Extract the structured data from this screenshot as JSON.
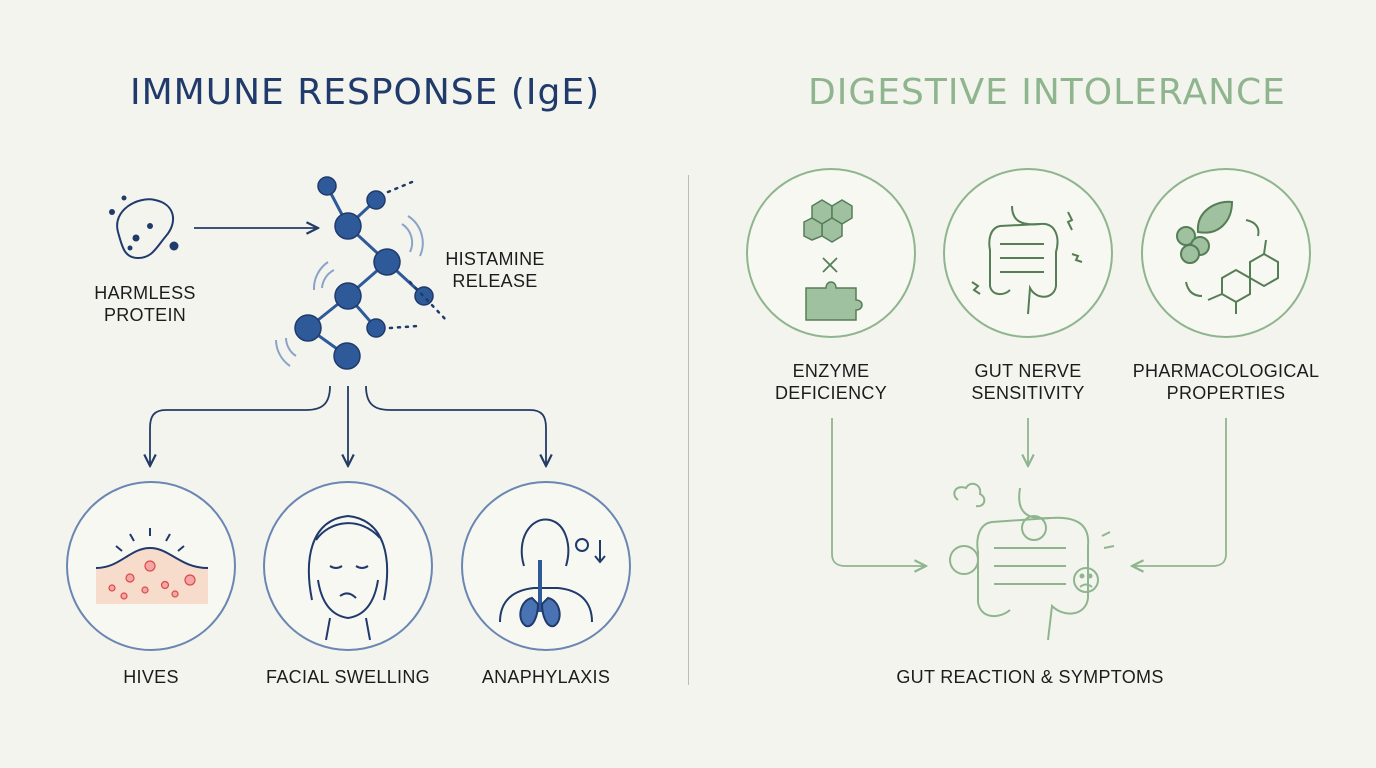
{
  "immune": {
    "title": "IMMUNE RESPONSE (IgE)",
    "trigger_line1": "HARMLESS",
    "trigger_line2": "PROTEIN",
    "release_line1": "HISTAMINE",
    "release_line2": "RELEASE",
    "outcomes": [
      "HIVES",
      "FACIAL SWELLING",
      "ANAPHYLAXIS"
    ],
    "color": "#2e5a9a"
  },
  "digestive": {
    "title": "DIGESTIVE INTOLERANCE",
    "causes": [
      {
        "line1": "ENZYME",
        "line2": "DEFICIENCY"
      },
      {
        "line1": "GUT NERVE",
        "line2": "SENSITIVITY"
      },
      {
        "line1": "PHARMACOLOGICAL",
        "line2": "PROPERTIES"
      }
    ],
    "result": "GUT REACTION & SYMPTOMS",
    "color": "#8fb58f"
  }
}
